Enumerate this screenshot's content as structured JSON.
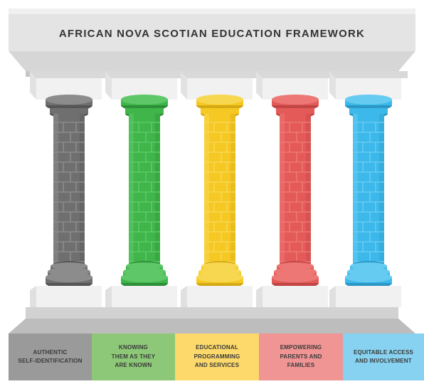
{
  "title": "AFRICAN NOVA SCOTIAN EDUCATION FRAMEWORK",
  "pillars": [
    {
      "label": "AUTHENTIC\nSELF-IDENTIFICATION",
      "color": "#6f6f6f",
      "dark": "#555555",
      "light": "#8c8c8c",
      "band": "#9a9a9a"
    },
    {
      "label": "KNOWING\nTHEM AS THEY\nARE KNOWN",
      "color": "#3fb54a",
      "dark": "#2d8f37",
      "light": "#5ec868",
      "band": "#8cc877"
    },
    {
      "label": "EDUCATIONAL\nPROGRAMMING\nAND SERVICES",
      "color": "#f5c823",
      "dark": "#d4a914",
      "light": "#f8d750",
      "band": "#fcd96a"
    },
    {
      "label": "EMPOWERING\nPARENTS AND\nFAMILIES",
      "color": "#e45a58",
      "dark": "#c04543",
      "light": "#ec7775",
      "band": "#f09494"
    },
    {
      "label": "EQUITABLE ACCESS\nAND INVOLVEMENT",
      "color": "#3cb8ea",
      "dark": "#2a97c4",
      "light": "#66cbf1",
      "band": "#87d2f0"
    }
  ]
}
